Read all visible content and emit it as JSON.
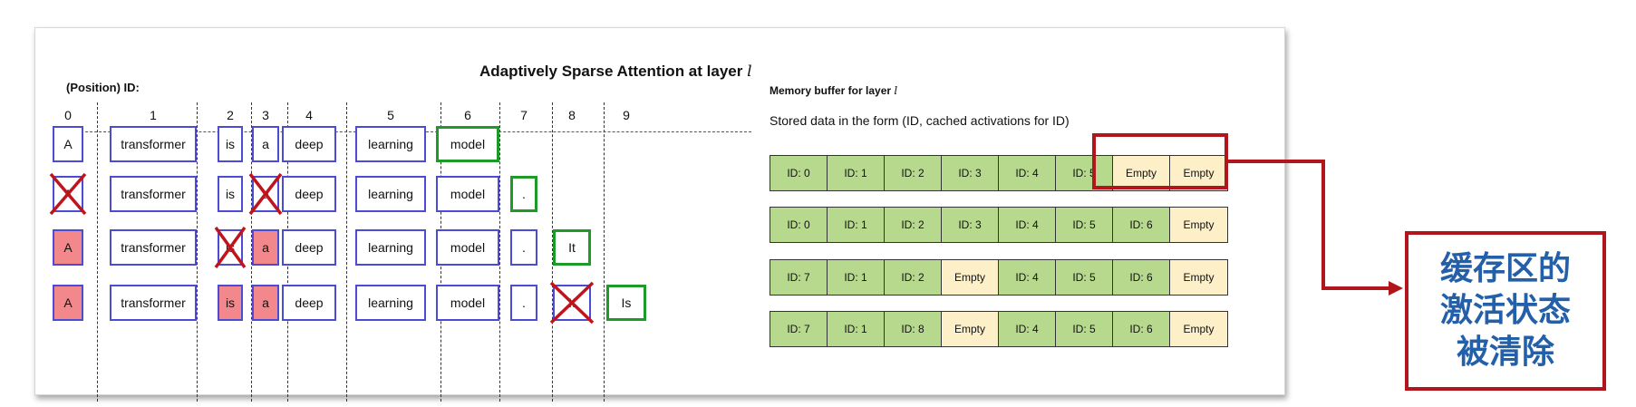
{
  "title": {
    "text": "Adaptively Sparse Attention at layer ",
    "layer_symbol": "l"
  },
  "position_label": "(Position) ID:",
  "columns": [
    "0",
    "1",
    "2",
    "3",
    "4",
    "5",
    "6",
    "7",
    "8",
    "9"
  ],
  "rows": [
    {
      "tokens": [
        {
          "col": 0,
          "text": "A",
          "state": "normal"
        },
        {
          "col": 1,
          "text": "transformer",
          "state": "normal"
        },
        {
          "col": 2,
          "text": "is",
          "state": "normal"
        },
        {
          "col": 3,
          "text": "a",
          "state": "normal"
        },
        {
          "col": 4,
          "text": "deep",
          "state": "normal"
        },
        {
          "col": 5,
          "text": "learning",
          "state": "normal"
        },
        {
          "col": 6,
          "text": "model",
          "state": "new"
        }
      ]
    },
    {
      "tokens": [
        {
          "col": 0,
          "text": "A",
          "state": "dropped"
        },
        {
          "col": 1,
          "text": "transformer",
          "state": "normal"
        },
        {
          "col": 2,
          "text": "is",
          "state": "normal"
        },
        {
          "col": 3,
          "text": "a",
          "state": "dropped"
        },
        {
          "col": 4,
          "text": "deep",
          "state": "normal"
        },
        {
          "col": 5,
          "text": "learning",
          "state": "normal"
        },
        {
          "col": 6,
          "text": "model",
          "state": "normal"
        },
        {
          "col": 7,
          "text": ".",
          "state": "new"
        }
      ]
    },
    {
      "tokens": [
        {
          "col": 0,
          "text": "A",
          "state": "red"
        },
        {
          "col": 1,
          "text": "transformer",
          "state": "normal"
        },
        {
          "col": 2,
          "text": "is",
          "state": "dropped"
        },
        {
          "col": 3,
          "text": "a",
          "state": "red"
        },
        {
          "col": 4,
          "text": "deep",
          "state": "normal"
        },
        {
          "col": 5,
          "text": "learning",
          "state": "normal"
        },
        {
          "col": 6,
          "text": "model",
          "state": "normal"
        },
        {
          "col": 7,
          "text": ".",
          "state": "normal"
        },
        {
          "col": 8,
          "text": "It",
          "state": "new"
        }
      ]
    },
    {
      "tokens": [
        {
          "col": 0,
          "text": "A",
          "state": "red"
        },
        {
          "col": 1,
          "text": "transformer",
          "state": "normal"
        },
        {
          "col": 2,
          "text": "is",
          "state": "red"
        },
        {
          "col": 3,
          "text": "a",
          "state": "red"
        },
        {
          "col": 4,
          "text": "deep",
          "state": "normal"
        },
        {
          "col": 5,
          "text": "learning",
          "state": "normal"
        },
        {
          "col": 6,
          "text": "model",
          "state": "normal"
        },
        {
          "col": 7,
          "text": ".",
          "state": "normal"
        },
        {
          "col": 8,
          "text": "It",
          "state": "dropped"
        },
        {
          "col": 9,
          "text": "Is",
          "state": "new"
        }
      ]
    }
  ],
  "memory": {
    "title": "Memory buffer for layer ",
    "layer_symbol": "l",
    "subtitle": "Stored data in the form (ID, cached activations for ID)",
    "buffers": [
      [
        "ID: 0",
        "ID: 1",
        "ID: 2",
        "ID: 3",
        "ID: 4",
        "ID: 5",
        "Empty",
        "Empty"
      ],
      [
        "ID: 0",
        "ID: 1",
        "ID: 2",
        "ID: 3",
        "ID: 4",
        "ID: 5",
        "ID: 6",
        "Empty"
      ],
      [
        "ID: 7",
        "ID: 1",
        "ID: 2",
        "Empty",
        "ID: 4",
        "ID: 5",
        "ID: 6",
        "Empty"
      ],
      [
        "ID: 7",
        "ID: 1",
        "ID: 8",
        "Empty",
        "ID: 4",
        "ID: 5",
        "ID: 6",
        "Empty"
      ]
    ]
  },
  "note": {
    "lines": [
      "缓存区的",
      "激活状态",
      "被清除"
    ]
  },
  "colors": {
    "token_border": "#4b4bd6",
    "new_token_border": "#1e9a28",
    "red_token_fill": "#f2888c",
    "cross": "#c0141c",
    "id_cell": "#b7d98e",
    "empty_cell": "#fdf0c8",
    "highlight": "#b3151c",
    "note_text": "#2360a9"
  }
}
